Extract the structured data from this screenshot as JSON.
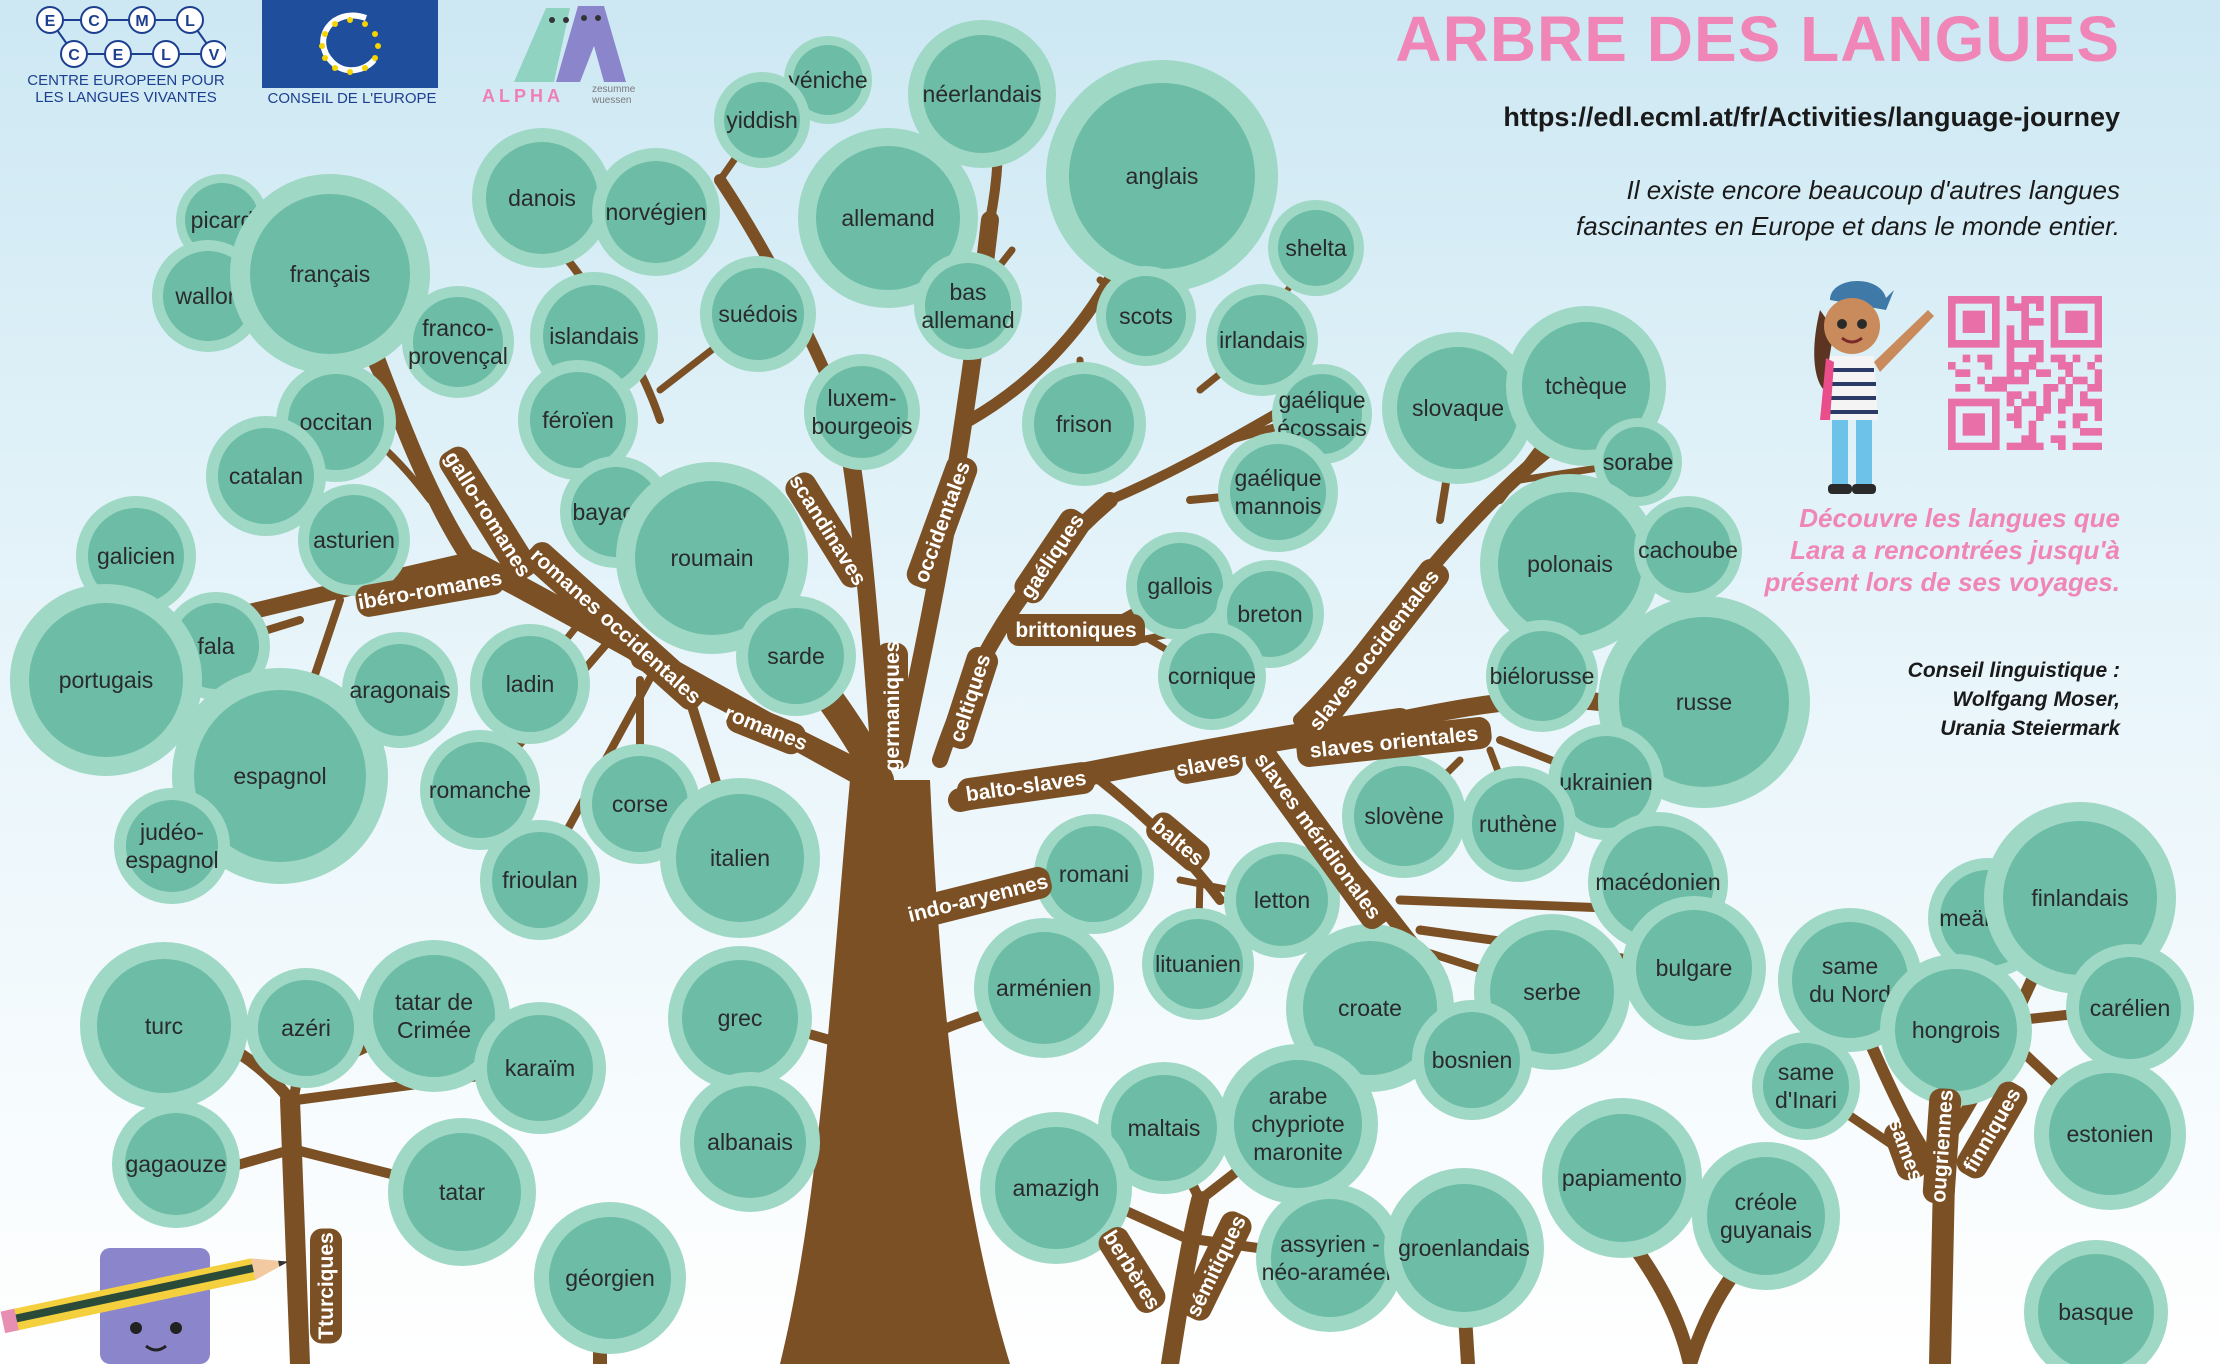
{
  "header": {
    "ecml_letters": [
      "E",
      "C",
      "M",
      "L",
      "C",
      "E",
      "L",
      "V"
    ],
    "ecml_line1": "CENTRE EUROPEEN POUR",
    "ecml_line2": "LES  LANGUES VIVANTES",
    "coe_label": "CONSEIL DE L'EUROPE",
    "alpha_label": "ALPHA",
    "alpha_sub_1": "zesumme",
    "alpha_sub_2": "wuessen",
    "title": "ARBRE DES LANGUES",
    "url": "https://edl.ecml.at/fr/Activities/language-journey"
  },
  "info": {
    "line1": "Il existe encore beaucoup d'autres langues",
    "line2": "fascinantes en Europe et dans le monde entier."
  },
  "discover": {
    "line1": "Découvre les langues que",
    "line2": "Lara a rencontrées jusqu'à",
    "line3": "présent lors de ses voyages."
  },
  "credits": {
    "line1": "Conseil linguistique :",
    "line2": "Wolfgang Moser,",
    "line3": "Urania Steiermark"
  },
  "colors": {
    "leaf_outer": "#9fd8c5",
    "leaf_inner": "#6cbca6",
    "trunk": "#7b5024",
    "title": "#ef86b7",
    "discover": "#ef86b7"
  },
  "icons": [
    "ecml-logo",
    "council-of-europe-flag",
    "alpha-mascot-logo",
    "lara-girl-pointing",
    "qr-code",
    "pencil-mascot"
  ],
  "languages": [
    {
      "id": "picard",
      "lines": [
        "picard"
      ]
    },
    {
      "id": "wallon",
      "lines": [
        "wallon"
      ]
    },
    {
      "id": "francais",
      "lines": [
        "français"
      ]
    },
    {
      "id": "franco-provencal",
      "lines": [
        "franco-",
        "provençal"
      ]
    },
    {
      "id": "occitan",
      "lines": [
        "occitan"
      ]
    },
    {
      "id": "catalan",
      "lines": [
        "catalan"
      ]
    },
    {
      "id": "asturien",
      "lines": [
        "asturien"
      ]
    },
    {
      "id": "galicien",
      "lines": [
        "galicien"
      ]
    },
    {
      "id": "fala",
      "lines": [
        "fala"
      ]
    },
    {
      "id": "portugais",
      "lines": [
        "portugais"
      ]
    },
    {
      "id": "espagnol",
      "lines": [
        "espagnol"
      ]
    },
    {
      "id": "aragonais",
      "lines": [
        "aragonais"
      ]
    },
    {
      "id": "judeo-espagnol",
      "lines": [
        "judéo-",
        "espagnol"
      ]
    },
    {
      "id": "danois",
      "lines": [
        "danois"
      ]
    },
    {
      "id": "norvegien",
      "lines": [
        "norvégien"
      ]
    },
    {
      "id": "islandais",
      "lines": [
        "islandais"
      ]
    },
    {
      "id": "suedois",
      "lines": [
        "suédois"
      ]
    },
    {
      "id": "feroien",
      "lines": [
        "féroïen"
      ]
    },
    {
      "id": "bayache",
      "lines": [
        "bayache"
      ]
    },
    {
      "id": "roumain",
      "lines": [
        "roumain"
      ]
    },
    {
      "id": "sarde",
      "lines": [
        "sarde"
      ]
    },
    {
      "id": "ladin",
      "lines": [
        "ladin"
      ]
    },
    {
      "id": "romanche",
      "lines": [
        "romanche"
      ]
    },
    {
      "id": "corse",
      "lines": [
        "corse"
      ]
    },
    {
      "id": "frioulan",
      "lines": [
        "frioulan"
      ]
    },
    {
      "id": "italien",
      "lines": [
        "italien"
      ]
    },
    {
      "id": "yeniche",
      "lines": [
        "yéniche"
      ]
    },
    {
      "id": "yiddish",
      "lines": [
        "yiddish"
      ]
    },
    {
      "id": "neerlandais",
      "lines": [
        "néerlandais"
      ]
    },
    {
      "id": "allemand",
      "lines": [
        "allemand"
      ]
    },
    {
      "id": "anglais",
      "lines": [
        "anglais"
      ]
    },
    {
      "id": "shelta",
      "lines": [
        "shelta"
      ]
    },
    {
      "id": "bas-allemand",
      "lines": [
        "bas",
        "allemand"
      ]
    },
    {
      "id": "scots",
      "lines": [
        "scots"
      ]
    },
    {
      "id": "irlandais",
      "lines": [
        "irlandais"
      ]
    },
    {
      "id": "luxembourgeois",
      "lines": [
        "luxem-",
        "bourgeois"
      ]
    },
    {
      "id": "frison",
      "lines": [
        "frison"
      ]
    },
    {
      "id": "gaelique-ecossais",
      "lines": [
        "gaélique",
        "écossais"
      ]
    },
    {
      "id": "gaelique-mannois",
      "lines": [
        "gaélique",
        "mannois"
      ]
    },
    {
      "id": "gallois",
      "lines": [
        "gallois"
      ]
    },
    {
      "id": "breton",
      "lines": [
        "breton"
      ]
    },
    {
      "id": "cornique",
      "lines": [
        "cornique"
      ]
    },
    {
      "id": "slovaque",
      "lines": [
        "slovaque"
      ]
    },
    {
      "id": "tcheque",
      "lines": [
        "tchèque"
      ]
    },
    {
      "id": "sorabe",
      "lines": [
        "sorabe"
      ]
    },
    {
      "id": "polonais",
      "lines": [
        "polonais"
      ]
    },
    {
      "id": "cachoube",
      "lines": [
        "cachoube"
      ]
    },
    {
      "id": "bielorusse",
      "lines": [
        "biélorusse"
      ]
    },
    {
      "id": "russe",
      "lines": [
        "russe"
      ]
    },
    {
      "id": "ukrainien",
      "lines": [
        "ukrainien"
      ]
    },
    {
      "id": "slovene",
      "lines": [
        "slovène"
      ]
    },
    {
      "id": "ruthene",
      "lines": [
        "ruthène"
      ]
    },
    {
      "id": "romani",
      "lines": [
        "romani"
      ]
    },
    {
      "id": "letton",
      "lines": [
        "letton"
      ]
    },
    {
      "id": "lituanien",
      "lines": [
        "lituanien"
      ]
    },
    {
      "id": "macedonien",
      "lines": [
        "macédonien"
      ]
    },
    {
      "id": "bulgare",
      "lines": [
        "bulgare"
      ]
    },
    {
      "id": "croate",
      "lines": [
        "croate"
      ]
    },
    {
      "id": "serbe",
      "lines": [
        "serbe"
      ]
    },
    {
      "id": "bosnien",
      "lines": [
        "bosnien"
      ]
    },
    {
      "id": "armenien",
      "lines": [
        "arménien"
      ]
    },
    {
      "id": "grec",
      "lines": [
        "grec"
      ]
    },
    {
      "id": "albanais",
      "lines": [
        "albanais"
      ]
    },
    {
      "id": "turc",
      "lines": [
        "turc"
      ]
    },
    {
      "id": "azeri",
      "lines": [
        "azéri"
      ]
    },
    {
      "id": "tatar-de-crimee",
      "lines": [
        "tatar de",
        "Crimée"
      ]
    },
    {
      "id": "karaim",
      "lines": [
        "karaïm"
      ]
    },
    {
      "id": "gagaouze",
      "lines": [
        "gagaouze"
      ]
    },
    {
      "id": "tatar",
      "lines": [
        "tatar"
      ]
    },
    {
      "id": "georgien",
      "lines": [
        "géorgien"
      ]
    },
    {
      "id": "maltais",
      "lines": [
        "maltais"
      ]
    },
    {
      "id": "arabe-chypriote-maronite",
      "lines": [
        "arabe",
        "chypriote",
        "maronite"
      ]
    },
    {
      "id": "amazigh",
      "lines": [
        "amazigh"
      ]
    },
    {
      "id": "assyrien-neo-arameen",
      "lines": [
        "assyrien -",
        "néo-araméen"
      ]
    },
    {
      "id": "groenlandais",
      "lines": [
        "groenlandais"
      ]
    },
    {
      "id": "papiamento",
      "lines": [
        "papiamento"
      ]
    },
    {
      "id": "creole-guyanais",
      "lines": [
        "créole",
        "guyanais"
      ]
    },
    {
      "id": "meankieli",
      "lines": [
        "meänkieli"
      ]
    },
    {
      "id": "finlandais",
      "lines": [
        "finlandais"
      ]
    },
    {
      "id": "same-du-nord",
      "lines": [
        "same",
        "du Nord"
      ]
    },
    {
      "id": "hongrois",
      "lines": [
        "hongrois"
      ]
    },
    {
      "id": "carelien",
      "lines": [
        "carélien"
      ]
    },
    {
      "id": "same-d-inari",
      "lines": [
        "same",
        "d'Inari"
      ]
    },
    {
      "id": "estonien",
      "lines": [
        "estonien"
      ]
    },
    {
      "id": "basque",
      "lines": [
        "basque"
      ]
    }
  ],
  "branches": [
    {
      "id": "gallo-romanes",
      "text": "gallo-romanes"
    },
    {
      "id": "ibero-romanes",
      "text": "ibéro-romanes"
    },
    {
      "id": "romanes-occidentales",
      "text": "romanes occidentales"
    },
    {
      "id": "romanes",
      "text": "romanes"
    },
    {
      "id": "scandinaves",
      "text": "scandinaves"
    },
    {
      "id": "occidentales",
      "text": "occidentales"
    },
    {
      "id": "germaniques",
      "text": "germaniques"
    },
    {
      "id": "gaeliques",
      "text": "gaéliques"
    },
    {
      "id": "celtiques",
      "text": "celtiques"
    },
    {
      "id": "brittoniques",
      "text": "brittoniques"
    },
    {
      "id": "slaves-occidentales",
      "text": "slaves occidentales"
    },
    {
      "id": "slaves-orientales",
      "text": "slaves orientales"
    },
    {
      "id": "slaves",
      "text": "slaves"
    },
    {
      "id": "balto-slaves",
      "text": "balto-slaves"
    },
    {
      "id": "baltes",
      "text": "baltes"
    },
    {
      "id": "slaves-meridionales",
      "text": "slaves méridionales"
    },
    {
      "id": "indo-aryennes",
      "text": "indo-aryennes"
    },
    {
      "id": "turciques",
      "text": "Tturciques"
    },
    {
      "id": "berberes",
      "text": "berbères"
    },
    {
      "id": "semitiques",
      "text": "sémitiques"
    },
    {
      "id": "sames",
      "text": "sames"
    },
    {
      "id": "ougriennes",
      "text": "ougriennes"
    },
    {
      "id": "finniques",
      "text": "finniques"
    }
  ]
}
